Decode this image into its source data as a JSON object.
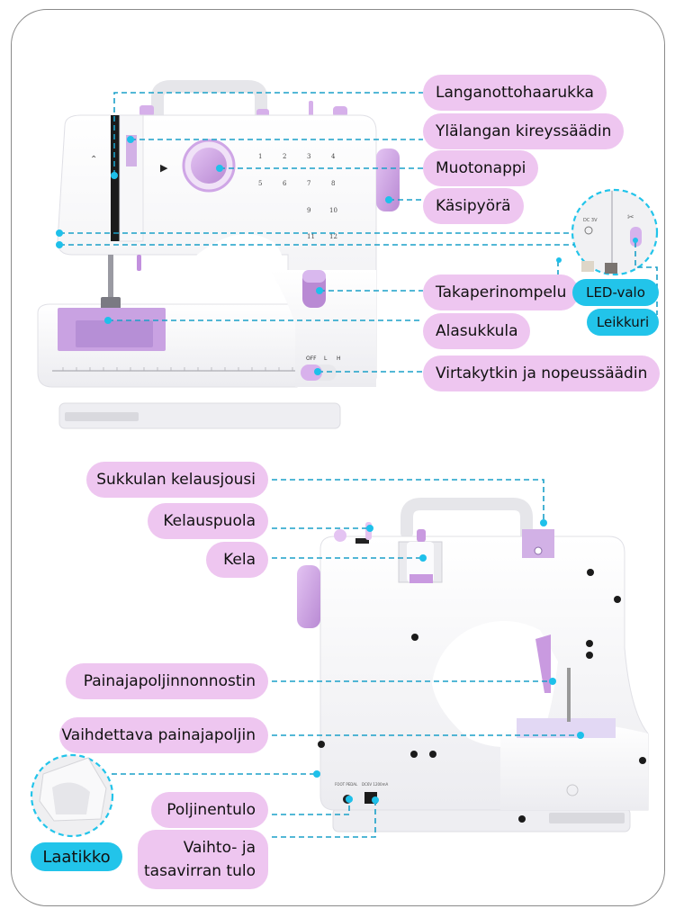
{
  "colors": {
    "label_bg": "#eec6f0",
    "badge_bg": "#22c4ea",
    "leader_line": "#1aa0c8",
    "dot": "#1ec0ea",
    "machine_body": "#f4f4f6",
    "machine_accent": "#c99ae0"
  },
  "front_view": {
    "labels": [
      {
        "id": "thread-take-up-lever",
        "text": "Langanottohaarukka"
      },
      {
        "id": "upper-thread-tension",
        "text": "Ylälangan kireyssäädin"
      },
      {
        "id": "pattern-knob",
        "text": "Muotonappi"
      },
      {
        "id": "handwheel",
        "text": "Käsipyörä"
      },
      {
        "id": "reverse-stitch",
        "text": "Takaperinompelu"
      },
      {
        "id": "lower-bobbin",
        "text": "Alasukkula"
      },
      {
        "id": "power-speed-switch",
        "text": "Virtakytkin ja nopeussäädin"
      }
    ],
    "inset_badges": [
      {
        "id": "led-light",
        "text": "LED-valo"
      },
      {
        "id": "cutter",
        "text": "Leikkuri"
      }
    ],
    "inset_text": {
      "dc_label": "DC 3V"
    },
    "stitch_numbers": [
      "1",
      "2",
      "3",
      "4",
      "5",
      "6",
      "7",
      "8",
      "9",
      "10",
      "11",
      "12"
    ],
    "switch_positions": [
      "OFF",
      "L",
      "H"
    ]
  },
  "back_view": {
    "labels": [
      {
        "id": "bobbin-winder-spring",
        "text": "Sukkulan kelausjousi"
      },
      {
        "id": "bobbin-winder-spindle",
        "text": "Kelauspuola"
      },
      {
        "id": "spool",
        "text": "Kela"
      },
      {
        "id": "presser-foot-lifter",
        "text": "Painajapoljinnonnostin"
      },
      {
        "id": "interchangeable-presser-foot",
        "text": "Vaihdettava painajapoljin"
      },
      {
        "id": "pedal-input",
        "text": "Poljinentulo"
      },
      {
        "id": "ac-dc-input",
        "text": "Vaihto- ja tasavirran tulo"
      }
    ],
    "ac_dc_lines": [
      "Vaihto- ja",
      "tasavirran tulo"
    ],
    "drawer_badge": {
      "id": "drawer",
      "text": "Laatikko"
    },
    "port_text": {
      "foot_pedal": "FOOT PEDAL",
      "dc_spec": "DC6V 1200mA"
    }
  }
}
